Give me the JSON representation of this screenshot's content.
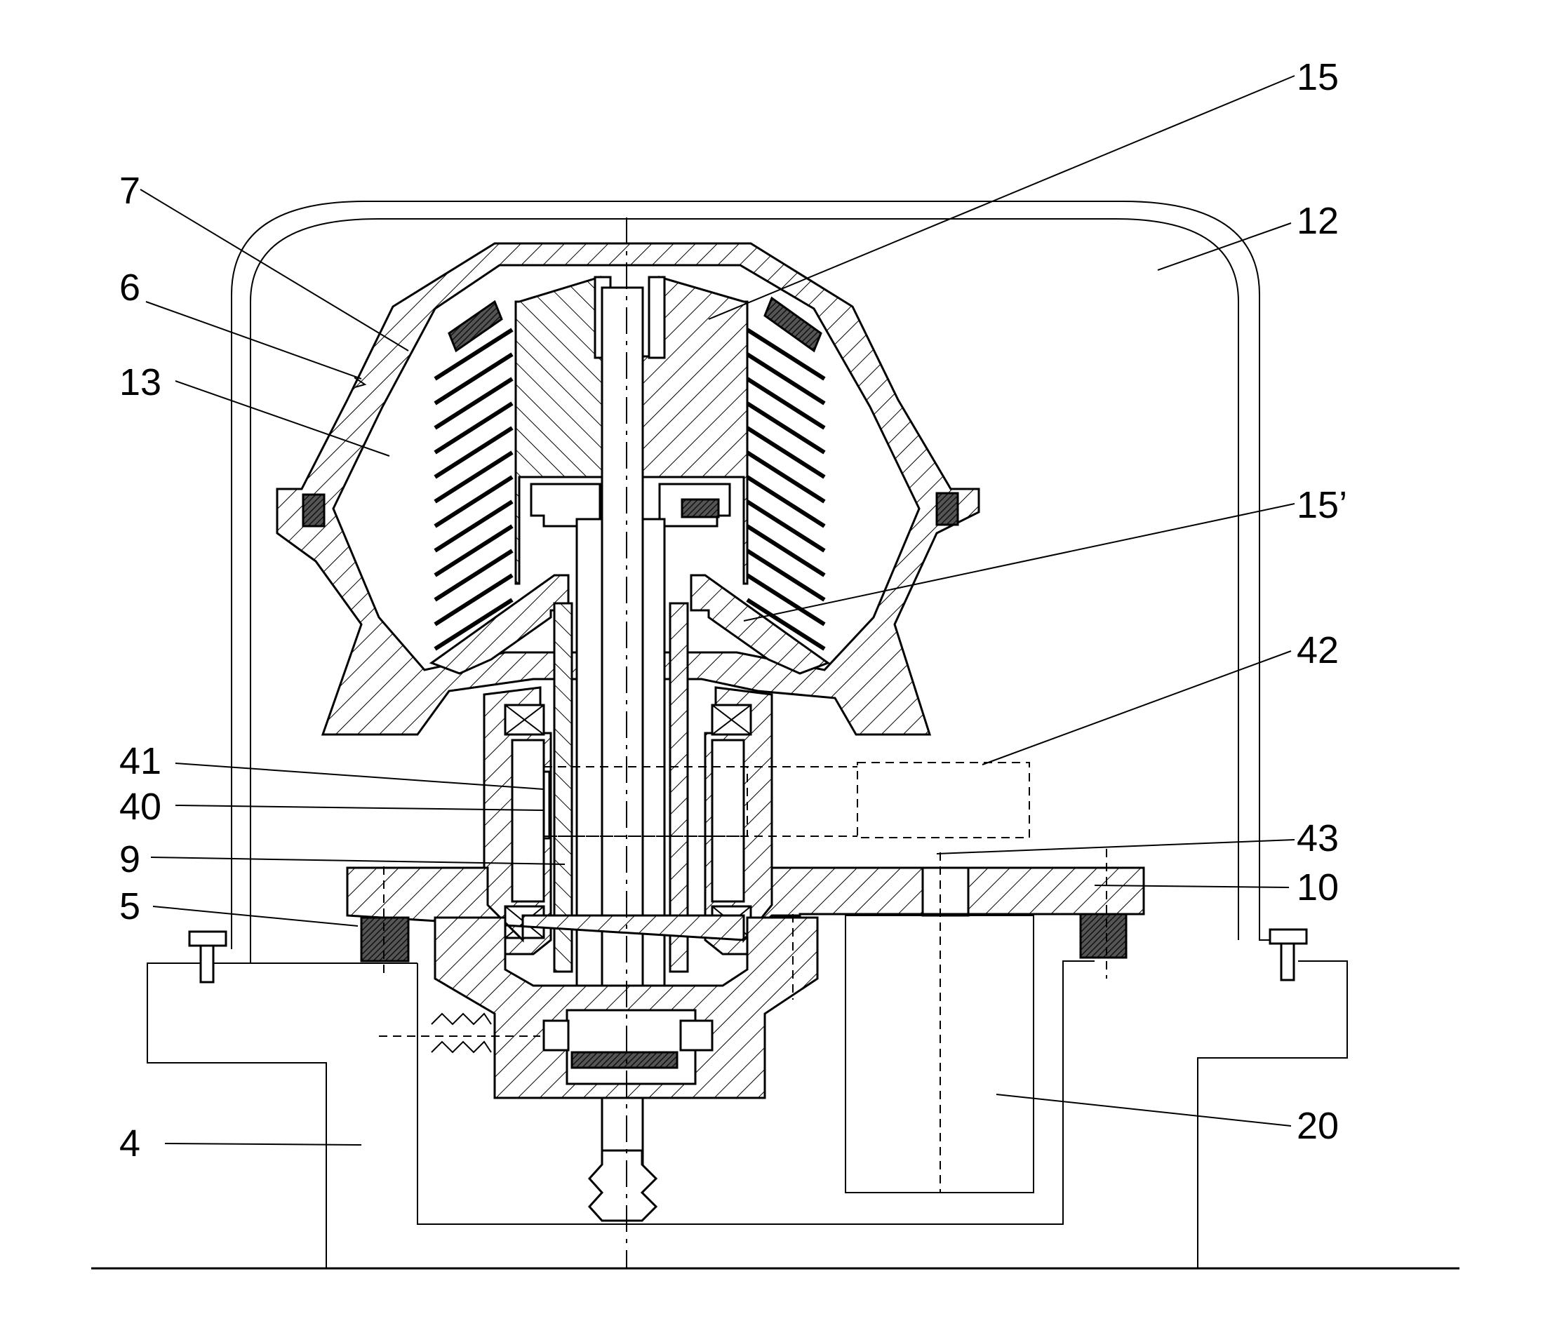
{
  "labels": {
    "l15": "15",
    "l12": "12",
    "l7": "7",
    "l6": "6",
    "l13": "13",
    "l15p": "15’",
    "l42": "42",
    "l41": "41",
    "l40": "40",
    "l43": "43",
    "l9": "9",
    "l10": "10",
    "l5": "5",
    "l20": "20",
    "l4": "4"
  }
}
